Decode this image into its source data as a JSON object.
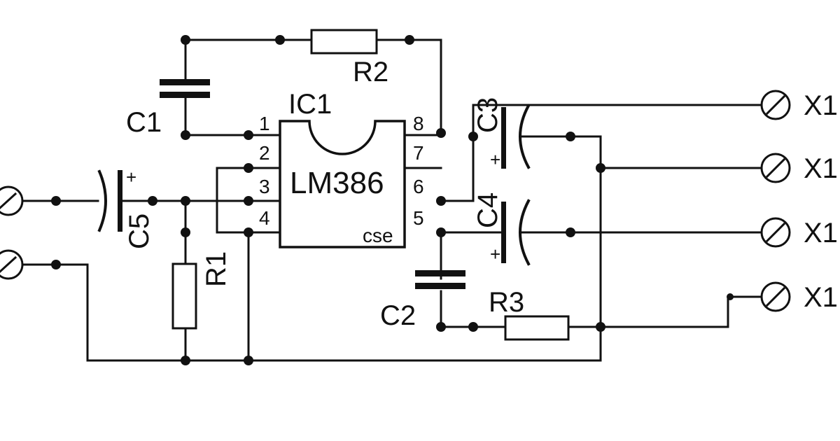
{
  "ic": {
    "ref": "IC1",
    "part": "LM386",
    "cse": "cse",
    "pins": [
      "1",
      "2",
      "3",
      "4",
      "5",
      "6",
      "7",
      "8"
    ]
  },
  "components": {
    "c1": "C1",
    "c2": "C2",
    "c3": "C3",
    "c4": "C4",
    "c5": "C5",
    "r1": "R1",
    "r2": "R2",
    "r3": "R3"
  },
  "polarity": "+",
  "connectors": [
    "X1",
    "X1",
    "X1",
    "X1"
  ]
}
